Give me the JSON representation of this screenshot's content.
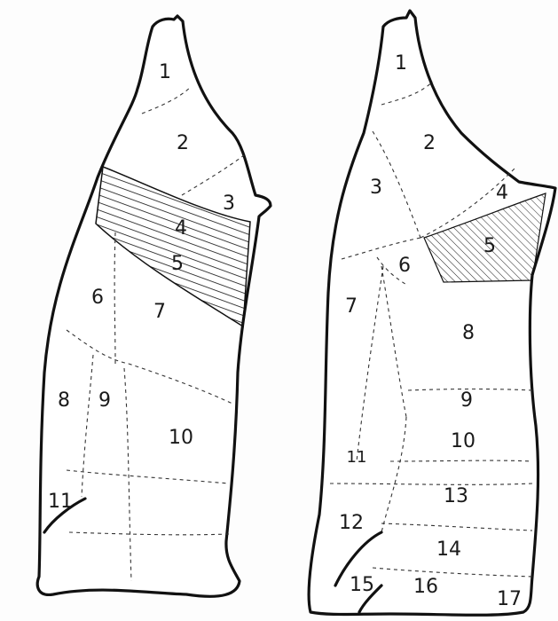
{
  "left_figure": {
    "labels": [
      "1",
      "2",
      "3",
      "4",
      "5",
      "6",
      "7",
      "8",
      "9",
      "10",
      "11"
    ]
  },
  "right_figure": {
    "labels": [
      "1",
      "2",
      "3",
      "4",
      "5",
      "6",
      "7",
      "8",
      "9",
      "10",
      "11",
      "12",
      "13",
      "14",
      "15",
      "16",
      "17"
    ]
  }
}
